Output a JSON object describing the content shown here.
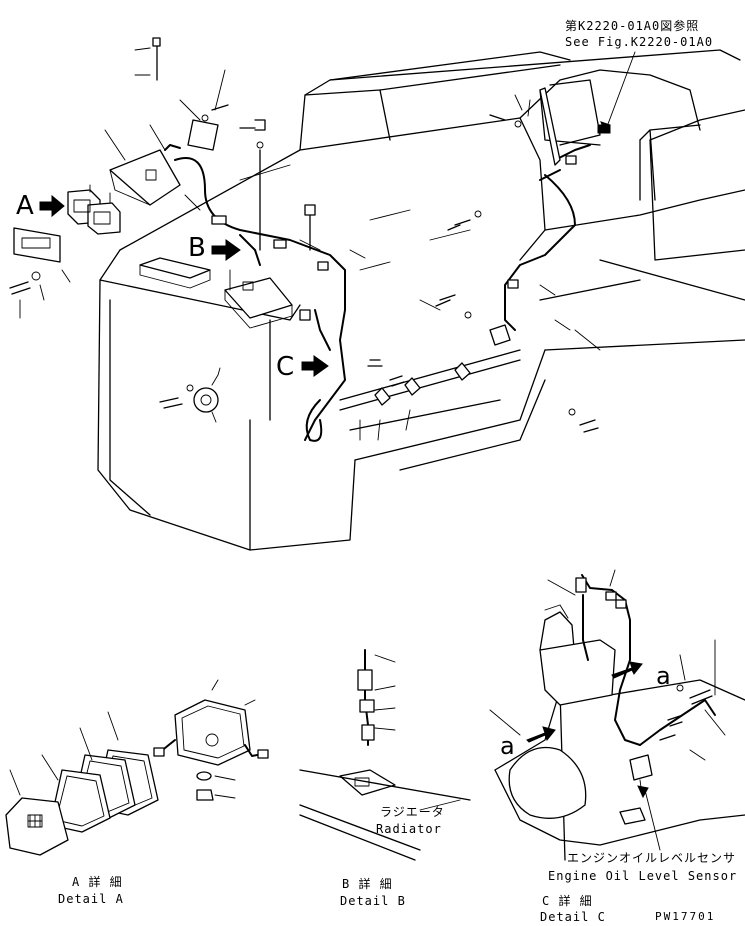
{
  "reference_note": {
    "line_jp": "第K2220-01A0図参照",
    "line_en": "See Fig.K2220-01A0"
  },
  "view_markers": {
    "a": "A",
    "b": "B",
    "c": "C"
  },
  "detail_a": {
    "label_jp": "A 詳 細",
    "label_en": "Detail A"
  },
  "detail_b": {
    "label_jp": "B 詳 細",
    "label_en": "Detail B",
    "part_jp": "ラジエータ",
    "part_en": "Radiator"
  },
  "detail_c": {
    "label_jp": "C 詳 細",
    "label_en": "Detail C",
    "part_jp": "エンジンオイルレベルセンサ",
    "part_en": "Engine Oil Level Sensor",
    "marker_a1": "a",
    "marker_a2": "a"
  },
  "drawing_number": "PW17701"
}
